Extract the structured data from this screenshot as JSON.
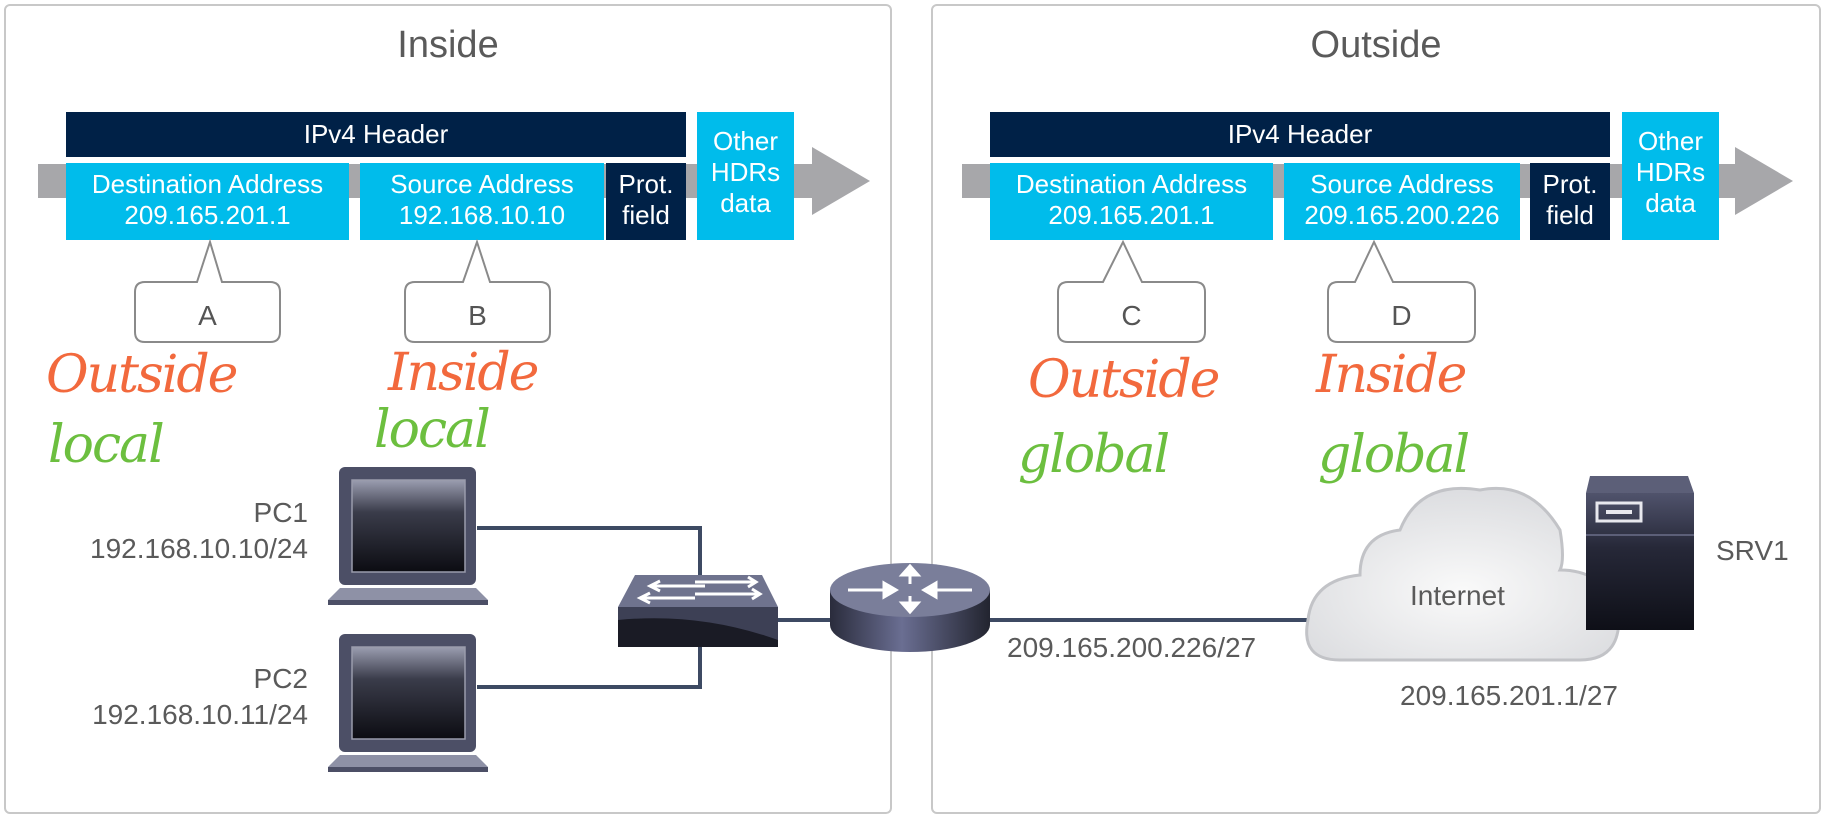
{
  "panels": {
    "inside": {
      "title": "Inside",
      "header": {
        "title": "IPv4 Header",
        "destination": {
          "label": "Destination Address",
          "value": "209.165.201.1"
        },
        "source": {
          "label": "Source Address",
          "value": "192.168.10.10"
        },
        "protocol": {
          "line1": "Prot.",
          "line2": "field"
        },
        "other": {
          "line1": "Other",
          "line2": "HDRs",
          "line3": "data"
        }
      },
      "callouts": [
        {
          "letter": "A",
          "annotation_line1": "Outside",
          "annotation_line2": "local"
        },
        {
          "letter": "B",
          "annotation_line1": "Inside",
          "annotation_line2": "local"
        }
      ],
      "devices": {
        "pc1": {
          "name": "PC1",
          "ip": "192.168.10.10/24"
        },
        "pc2": {
          "name": "PC2",
          "ip": "192.168.10.11/24"
        }
      }
    },
    "outside": {
      "title": "Outside",
      "header": {
        "title": "IPv4 Header",
        "destination": {
          "label": "Destination Address",
          "value": "209.165.201.1"
        },
        "source": {
          "label": "Source Address",
          "value": "209.165.200.226"
        },
        "protocol": {
          "line1": "Prot.",
          "line2": "field"
        },
        "other": {
          "line1": "Other",
          "line2": "HDRs",
          "line3": "data"
        }
      },
      "callouts": [
        {
          "letter": "C",
          "annotation_line1": "Outside",
          "annotation_line2": "global"
        },
        {
          "letter": "D",
          "annotation_line1": "Inside",
          "annotation_line2": "global"
        }
      ],
      "devices": {
        "router_ip": "209.165.200.226/27",
        "cloud": "Internet",
        "server": {
          "name": "SRV1",
          "ip": "209.165.201.1/27"
        }
      }
    }
  },
  "colors": {
    "header_dark": "#002147",
    "field_cyan": "#00bceb",
    "arrow_gray": "#a7a7aa",
    "annotation_orange": "#f2693d",
    "annotation_green": "#6cbf3f",
    "link_line": "#3d4a63"
  }
}
